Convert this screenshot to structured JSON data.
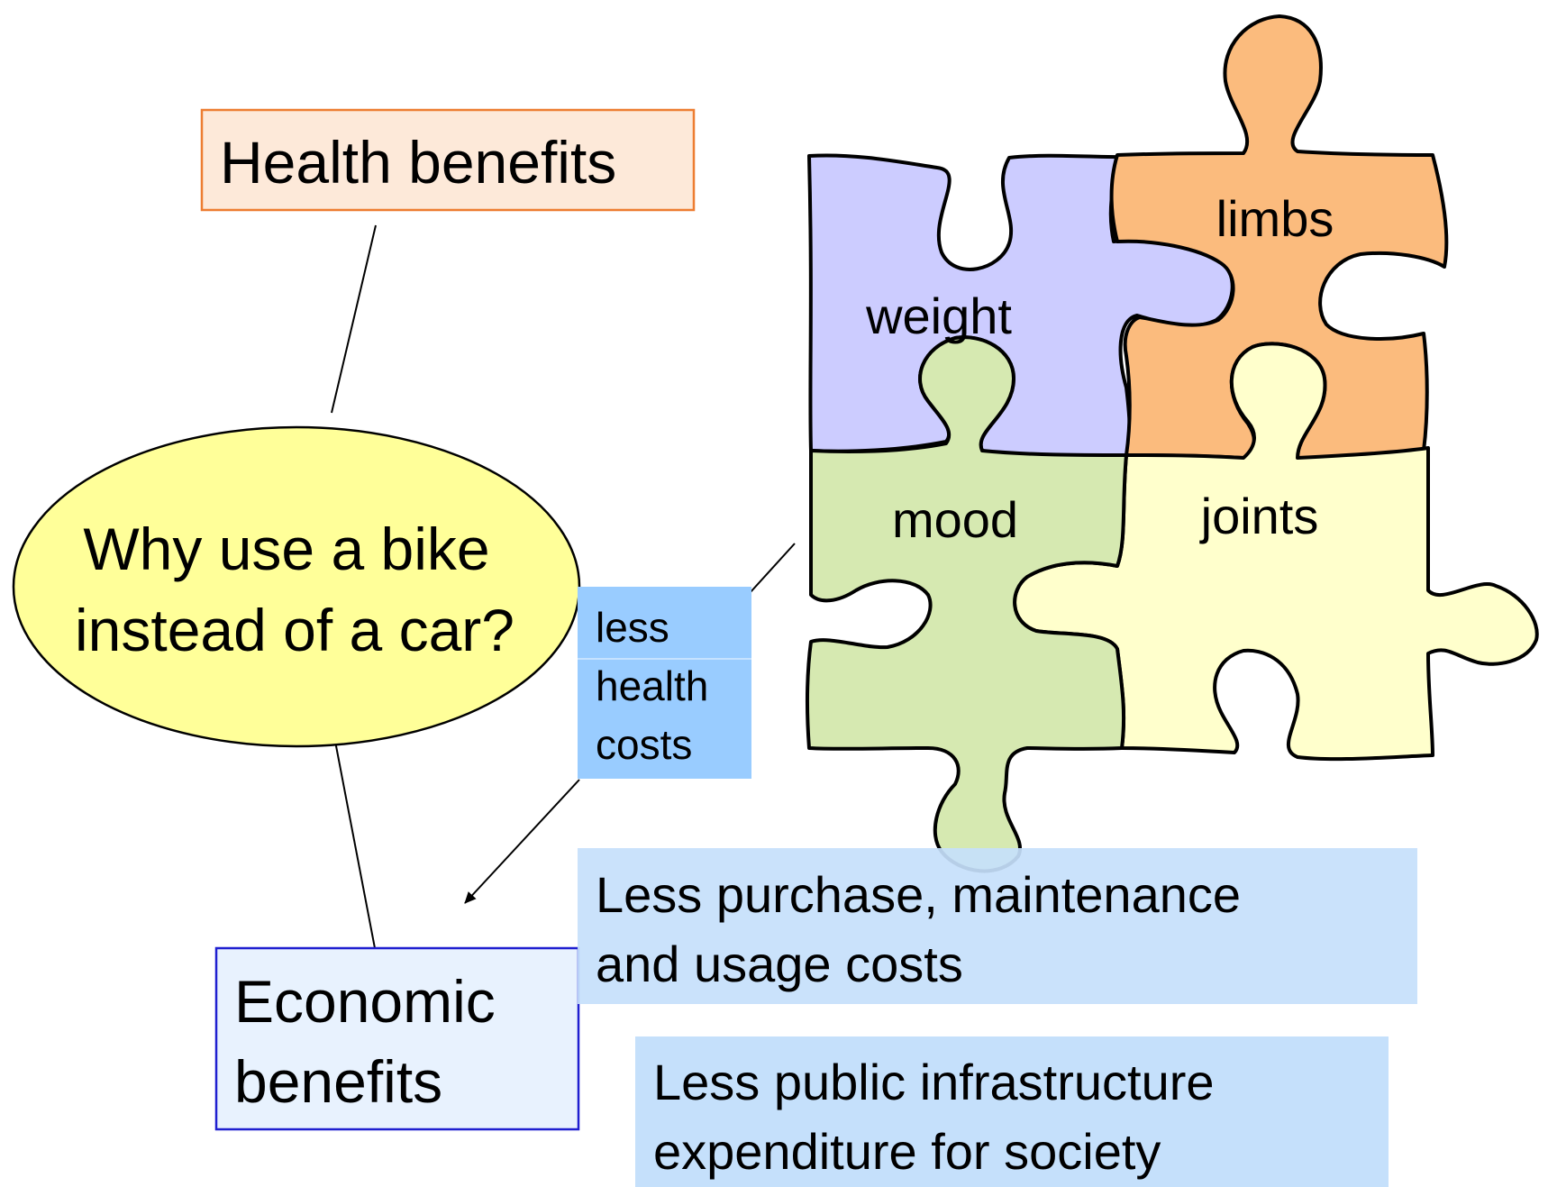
{
  "central_question": {
    "line1": "Why use a bike",
    "line2": "instead of a car?",
    "fill": "#ffff99"
  },
  "health": {
    "label": "Health benefits",
    "fill": "#fde9d9",
    "border": "#ed7d31"
  },
  "economic": {
    "line1": "Economic",
    "line2": "benefits",
    "fill": "#e8f2fe",
    "border": "#1f1fd0"
  },
  "puzzle": {
    "weight": {
      "label": "weight",
      "fill": "#ccccff"
    },
    "limbs": {
      "label": "limbs",
      "fill": "#fbbb7d"
    },
    "mood": {
      "label": "mood",
      "fill": "#d6e9b1"
    },
    "joints": {
      "label": "joints",
      "fill": "#ffffcc"
    }
  },
  "health_costs": {
    "line1": "less",
    "line2": "health",
    "line3": "costs",
    "fill": "#99ccff"
  },
  "purchase_costs": {
    "line1": "Less purchase, maintenance",
    "line2": "and usage costs",
    "fill": "#c5e0fb"
  },
  "public_costs": {
    "line1": "Less public infrastructure",
    "line2": "expenditure for society",
    "fill": "#c5e0fb"
  }
}
